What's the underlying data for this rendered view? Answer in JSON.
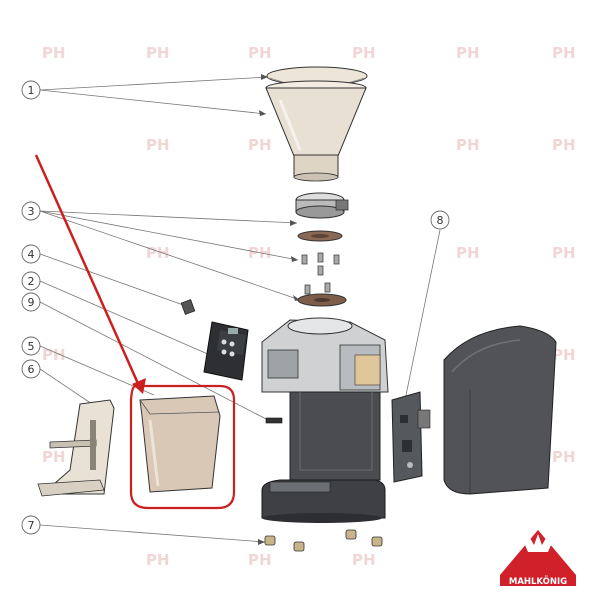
{
  "callouts": [
    {
      "id": "c1",
      "label": "1"
    },
    {
      "id": "c3",
      "label": "3"
    },
    {
      "id": "c4",
      "label": "4"
    },
    {
      "id": "c2",
      "label": "2"
    },
    {
      "id": "c9",
      "label": "9"
    },
    {
      "id": "c5",
      "label": "5"
    },
    {
      "id": "c6",
      "label": "6"
    },
    {
      "id": "c7",
      "label": "7"
    },
    {
      "id": "c8",
      "label": "8"
    }
  ],
  "watermark": {
    "text": "PH"
  },
  "logo": {
    "text": "MAHLKÖNIG"
  },
  "colors": {
    "highlight_red": "#cc1f1f",
    "logo_red": "#d0202a",
    "housing_dark": "#4a4c50",
    "part_outline": "#333333",
    "hopper_fill": "#e8e0d2",
    "bin_fill": "#d9c8b6",
    "watermark_pink": "#f1d6d6"
  }
}
